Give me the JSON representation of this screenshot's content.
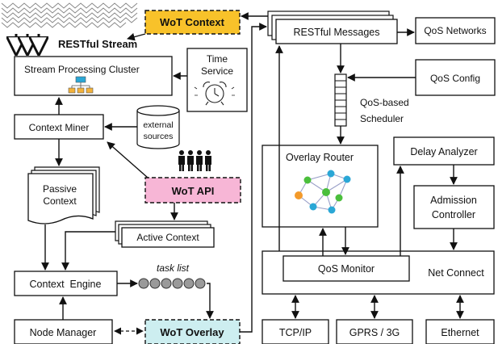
{
  "nodes": {
    "wot_context": "WoT Context",
    "restful_stream": "RESTful Stream",
    "stream_processing_cluster": "Stream Processing Cluster",
    "time_service": [
      "Time",
      "Service"
    ],
    "context_miner": "Context Miner",
    "external_sources": [
      "external",
      "sources"
    ],
    "passive_context": [
      "Passive",
      "Context"
    ],
    "wot_api": "WoT API",
    "active_context": "Active Context",
    "context_engine": "Context  Engine",
    "task_list": "task list",
    "node_manager": "Node Manager",
    "wot_overlay": "WoT Overlay",
    "restful_messages": "RESTful Messages",
    "qos_networks": "QoS Networks",
    "qos_config": "QoS Config",
    "qos_scheduler": [
      "QoS-based",
      "Scheduler"
    ],
    "overlay_router": "Overlay Router",
    "delay_analyzer": "Delay Analyzer",
    "admission_controller": [
      "Admission",
      "Controller"
    ],
    "qos_monitor": "QoS Monitor",
    "net_connect": "Net Connect",
    "tcp_ip": "TCP/IP",
    "gprs_3g": "GPRS / 3G",
    "ethernet": "Ethernet"
  },
  "colors": {
    "wot_context_fill": "#f8c22a",
    "wot_api_fill": "#f7b6d6",
    "wot_overlay_fill": "#cdeef0",
    "task_token_fill": "#9a9a9a",
    "graph_node_orange": "#f39a2b",
    "graph_node_green": "#4bbf3c",
    "graph_node_blue": "#2aa7d6",
    "graph_edge": "#9aa0c8"
  },
  "icons": [
    "wave-stream-icon",
    "network-cluster-icon",
    "alarm-clock-icon",
    "database-cylinder-icon",
    "people-group-icon",
    "overlay-graph-icon"
  ]
}
